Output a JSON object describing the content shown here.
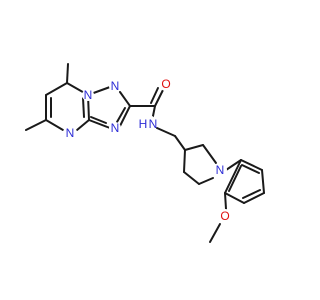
{
  "molecule": {
    "atoms": [
      {
        "id": "a_n1",
        "label": "N",
        "color": "#2d2dd6"
      },
      {
        "id": "a_n2",
        "label": "N",
        "color": "#2d2dd6"
      },
      {
        "id": "a_n3",
        "label": "N",
        "color": "#2d2dd6"
      },
      {
        "id": "a_n4",
        "label": "N",
        "color": "#2d2dd6"
      },
      {
        "id": "a_o_carbonyl",
        "label": "O",
        "color": "#e01010"
      },
      {
        "id": "a_nh",
        "label": "H",
        "color": "#2d2dd6"
      },
      {
        "id": "a_nh_n",
        "label": "N",
        "color": "#2d2dd6"
      },
      {
        "id": "a_n_pyr",
        "label": "N",
        "color": "#2d2dd6"
      },
      {
        "id": "a_o_methoxy",
        "label": "O",
        "color": "#e01010"
      }
    ]
  }
}
